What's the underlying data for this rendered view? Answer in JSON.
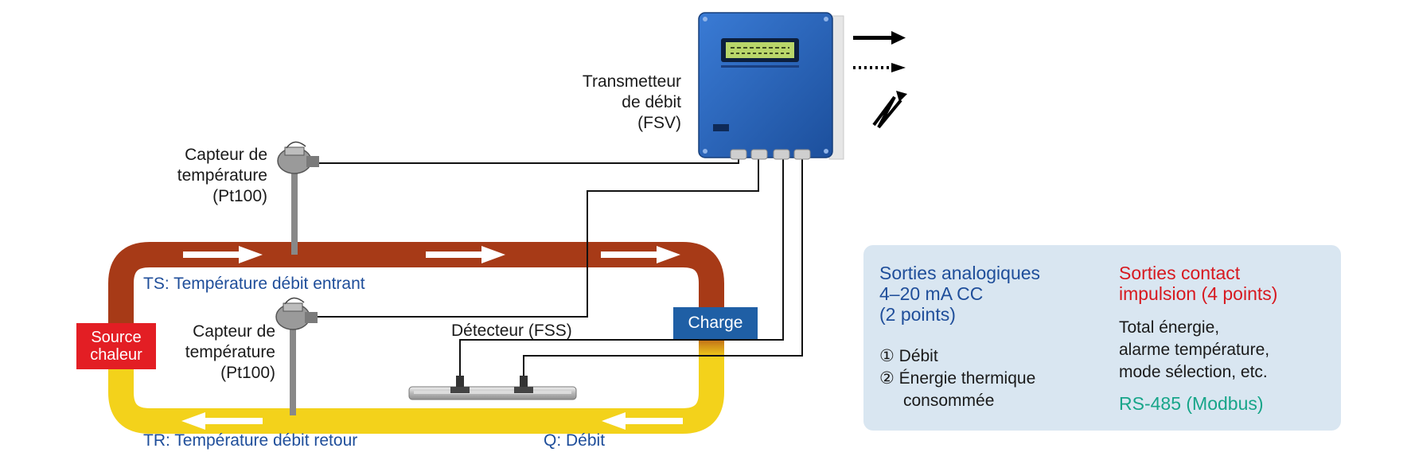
{
  "labels": {
    "transmitter": [
      "Transmetteur",
      "de débit",
      "(FSV)"
    ],
    "sensor_top": [
      "Capteur de",
      "température",
      "(Pt100)"
    ],
    "sensor_bottom": [
      "Capteur de",
      "température",
      "(Pt100)"
    ],
    "ts": "TS: Température débit entrant",
    "tr": "TR: Température débit retour",
    "detector": "Détecteur (FSS)",
    "charge": "Charge",
    "heat_source": [
      "Source",
      "chaleur"
    ],
    "flow": "Q: Débit"
  },
  "panel": {
    "analog": {
      "title": [
        "Sorties analogiques",
        "4–20 mA CC",
        "(2 points)"
      ],
      "items": [
        "① Débit",
        "② Énergie thermique",
        "consommée"
      ]
    },
    "contact": {
      "title": [
        "Sorties contact",
        "impulsion (4 points)"
      ],
      "items": [
        "Total énergie,",
        "alarme température,",
        "mode sélection, etc."
      ],
      "serial": "RS-485 (Modbus)"
    }
  },
  "colors": {
    "hot_pipe": "#a73a17",
    "cold_pipe": "#f3d21b",
    "heat_source": "#e31e24",
    "charge": "#1f5fa5",
    "transmitter": "#2b63b8",
    "panel_bg": "#d9e6f1"
  }
}
